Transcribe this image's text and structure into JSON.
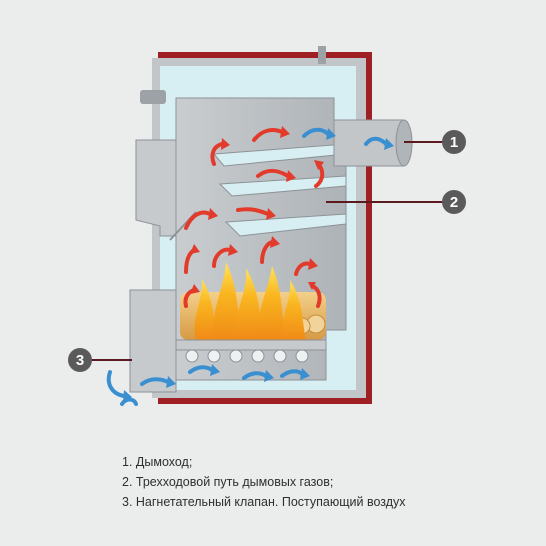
{
  "callouts": [
    {
      "number": "1"
    },
    {
      "number": "2"
    },
    {
      "number": "3"
    }
  ],
  "legend": [
    "1. Дымоход;",
    "2. Трехходовой путь дымовых газов;",
    "3. Нагнетательный клапан. Поступающий воздух"
  ],
  "colors": {
    "background": "#ebecec",
    "casing": "#9e1f24",
    "insulation": "#d7eef2",
    "steel": "#bfc3c6",
    "hot_gas": "#e23b2b",
    "air": "#3a8fd0",
    "flame": "#f6a21c",
    "callout": "#5a5a5a"
  }
}
